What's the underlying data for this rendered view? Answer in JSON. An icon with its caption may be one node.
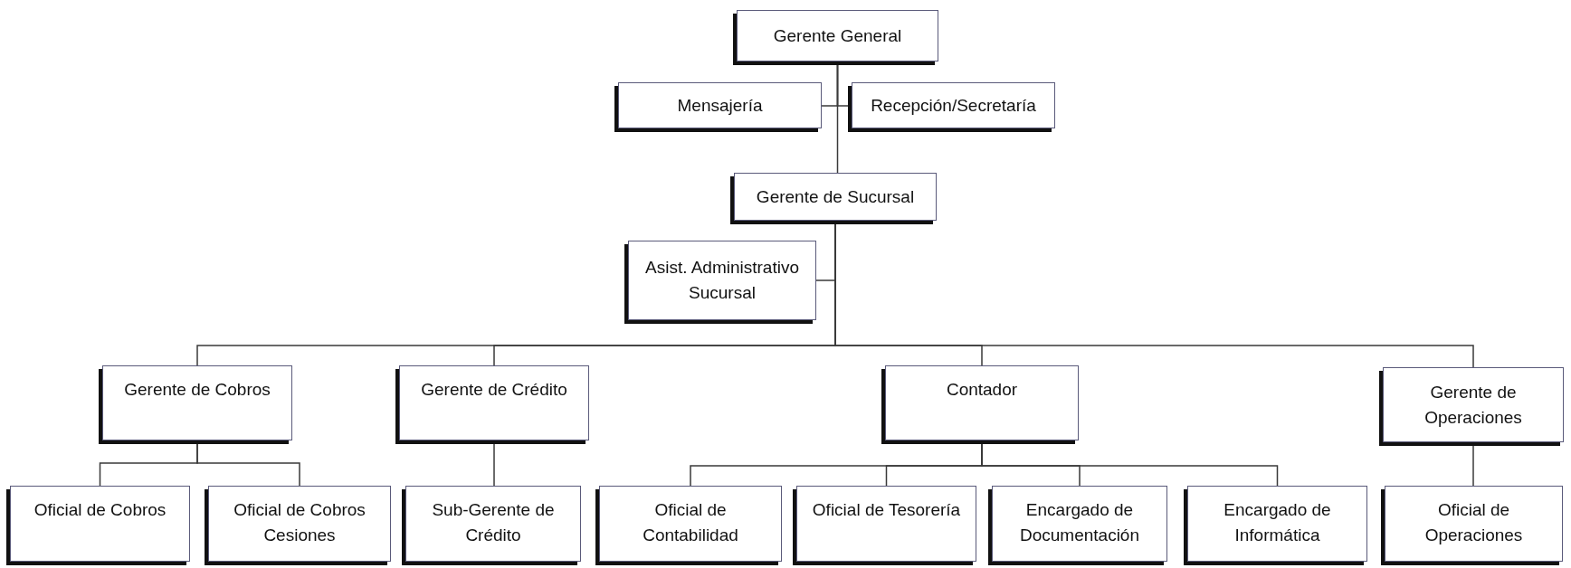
{
  "diagram": {
    "nodes": [
      {
        "text": [
          "Gerente General"
        ]
      },
      {
        "text": [
          "Mensajería"
        ]
      },
      {
        "text": [
          "Recepción/Secretaría"
        ]
      },
      {
        "text": [
          "Gerente de Sucursal"
        ]
      },
      {
        "text": [
          "Asist. Administrativo Sucursal"
        ]
      },
      {
        "text": [
          "Gerente de Cobros"
        ]
      },
      {
        "text": [
          "Gerente de Crédito"
        ]
      },
      {
        "text": [
          "Contador"
        ]
      },
      {
        "text": [
          "Gerente de Operaciones"
        ]
      },
      {
        "text": [
          "Oficial de Cobros"
        ]
      },
      {
        "text": [
          "Oficial de Cobros Cesiones"
        ]
      },
      {
        "text": [
          "Sub-Gerente de Crédito"
        ]
      },
      {
        "text": [
          "Oficial de Contabilidad"
        ]
      },
      {
        "text": [
          "Oficial de Tesorería"
        ]
      },
      {
        "text": [
          "Encargado de Documentación"
        ]
      },
      {
        "text": [
          "Encargado de Informática"
        ]
      },
      {
        "text": [
          "Oficial de Operaciones"
        ]
      }
    ],
    "edges": [
      {
        "from": 0,
        "to": 1,
        "arrow": "none"
      },
      {
        "from": 0,
        "to": 2,
        "arrow": "none"
      },
      {
        "from": 0,
        "to": 3,
        "arrow": "none"
      },
      {
        "from": 3,
        "to": 4,
        "arrow": "none"
      },
      {
        "from": 3,
        "to": 5,
        "arrow": "none"
      },
      {
        "from": 3,
        "to": 6,
        "arrow": "none"
      },
      {
        "from": 3,
        "to": 7,
        "arrow": "none"
      },
      {
        "from": 3,
        "to": 8,
        "arrow": "none"
      },
      {
        "from": 5,
        "to": 9,
        "arrow": "none"
      },
      {
        "from": 5,
        "to": 10,
        "arrow": "none"
      },
      {
        "from": 6,
        "to": 11,
        "arrow": "none"
      },
      {
        "from": 7,
        "to": 12,
        "arrow": "none"
      },
      {
        "from": 7,
        "to": 13,
        "arrow": "none"
      },
      {
        "from": 7,
        "to": 14,
        "arrow": "none"
      },
      {
        "from": 7,
        "to": 15,
        "arrow": "none"
      },
      {
        "from": 8,
        "to": 16,
        "arrow": "none"
      }
    ]
  }
}
